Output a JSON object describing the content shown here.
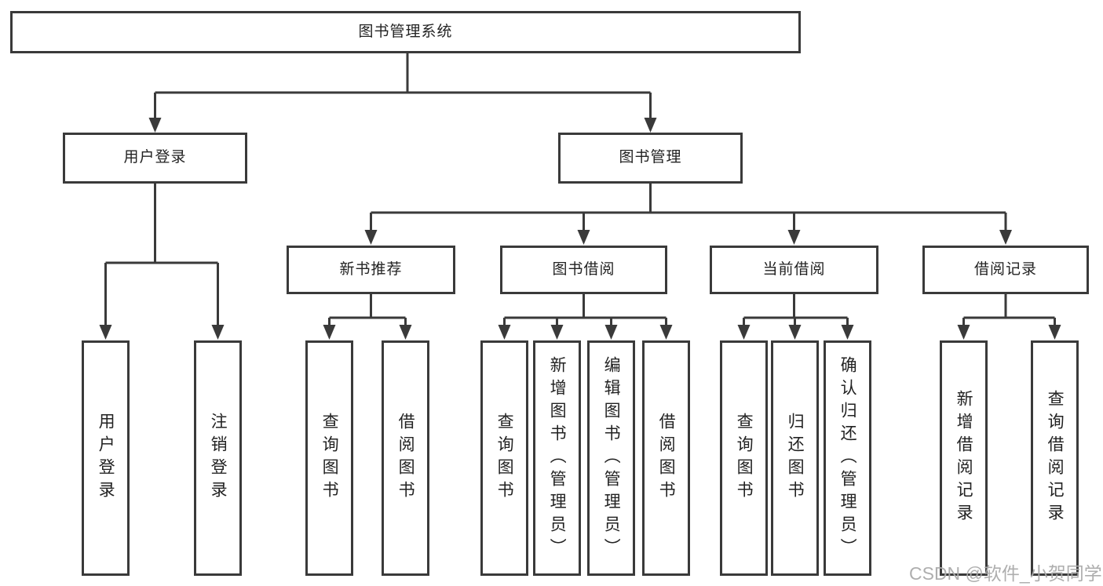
{
  "tree": {
    "root": {
      "label": "图书管理系统"
    },
    "branches": [
      {
        "label": "用户登录",
        "children": [
          "用户登录",
          "注销登录"
        ]
      },
      {
        "label": "图书管理",
        "sections": [
          {
            "label": "新书推荐",
            "children": [
              "查询图书",
              "借阅图书"
            ]
          },
          {
            "label": "图书借阅",
            "children": [
              "查询图书",
              "新增图书（管理员）",
              "编辑图书（管理员）",
              "借阅图书"
            ]
          },
          {
            "label": "当前借阅",
            "children": [
              "查询图书",
              "归还图书",
              "确认归还（管理员）"
            ]
          },
          {
            "label": "借阅记录",
            "children": [
              "新增借阅记录",
              "查询借阅记录"
            ]
          }
        ]
      }
    ]
  },
  "watermark": {
    "text": "CSDN @软件_小贺同学"
  },
  "colors": {
    "line": "#3a3a3a",
    "box_border": "#3a3a3a",
    "text": "#222222",
    "background": "#ffffff",
    "watermark": "#aaaaaa"
  }
}
